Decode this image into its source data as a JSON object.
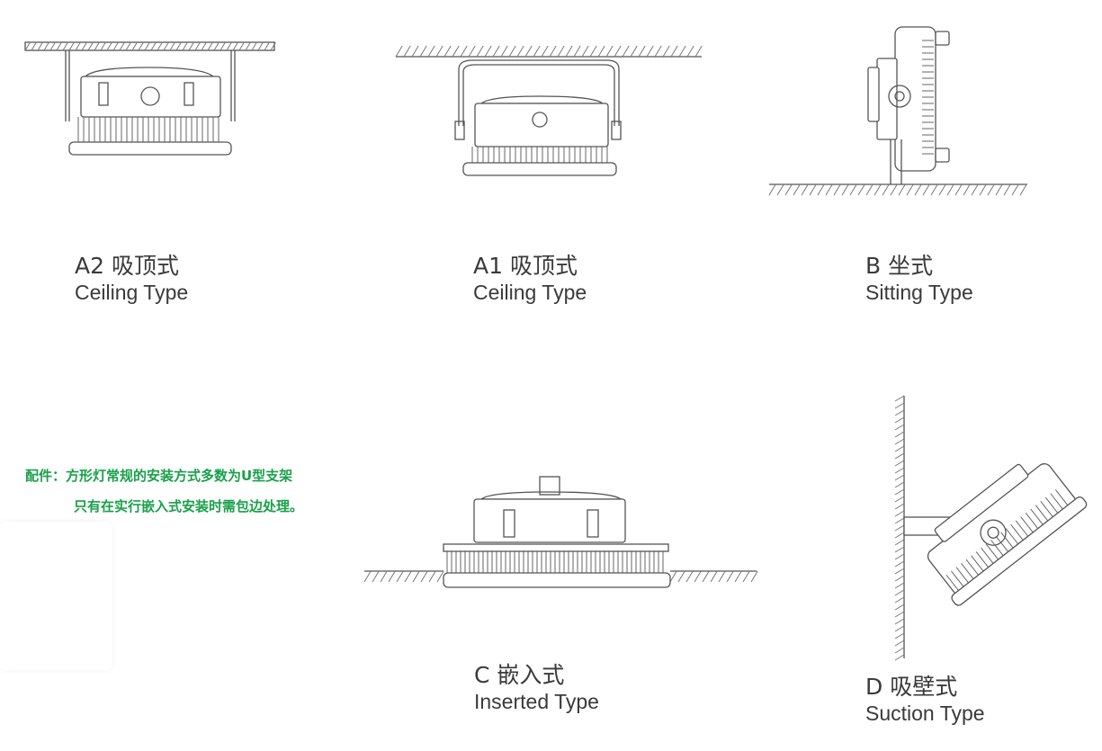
{
  "panels": {
    "a2": {
      "code": "A2 吸顶式",
      "type": "Ceiling  Type"
    },
    "a1": {
      "code": "A1 吸顶式",
      "type": "Ceiling  Type"
    },
    "b": {
      "code": "B 坐式",
      "type": "Sitting Type"
    },
    "c": {
      "code": "C 嵌入式",
      "type": "Inserted Type"
    },
    "d": {
      "code": "D 吸壁式",
      "type": "Suction Type"
    }
  },
  "note": {
    "line1": "配件：方形灯常规的安装方式多数为U型支架",
    "line2": "只有在实行嵌入式安装时需包边处理。",
    "color": "#19a04a"
  },
  "colors": {
    "line": "#555555",
    "text": "#3a3a3a"
  }
}
